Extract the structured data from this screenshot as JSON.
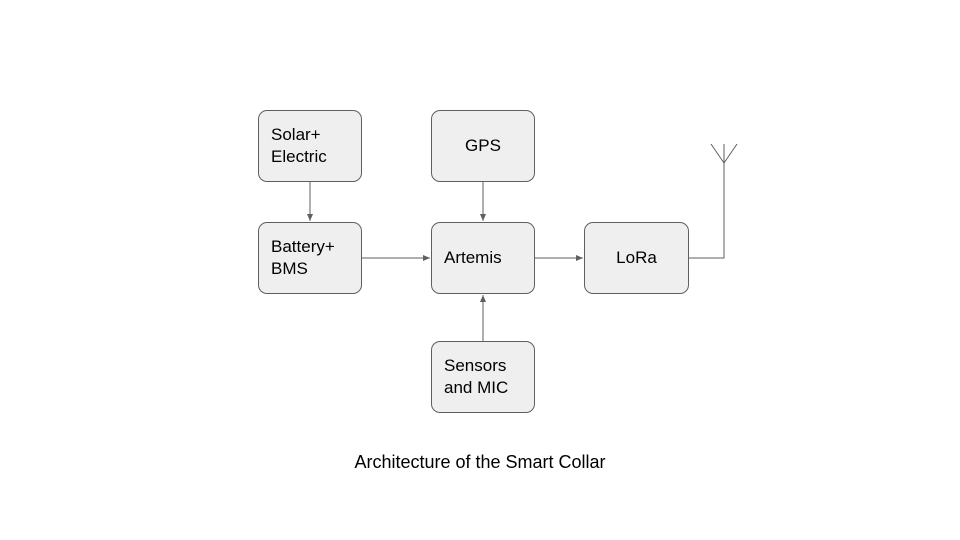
{
  "diagram": {
    "blocks": {
      "solar": "Solar+\nElectric",
      "gps": "GPS",
      "battery": "Battery+\nBMS",
      "artemis": "Artemis",
      "lora": "LoRa",
      "sensors": "Sensors\nand MIC"
    },
    "caption": "Architecture of the Smart Collar",
    "colors": {
      "block_fill": "#efefef",
      "block_border": "#5f5f5f",
      "line": "#5f5f5f"
    },
    "icons": {
      "antenna": "antenna-icon"
    }
  }
}
